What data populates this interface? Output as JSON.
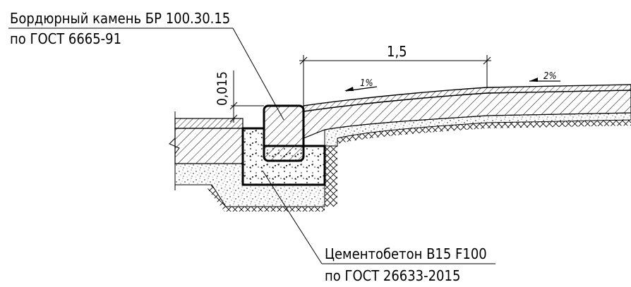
{
  "callouts": {
    "curb_line1": "Бордюрный камень БР 100.30.15",
    "curb_line2": "по ГОСТ 6665-91",
    "base_line1": "Цементобетон В15 F100",
    "base_line2": "по ГОСТ 26633-2015"
  },
  "dimensions": {
    "step_height": "0,015",
    "sidewalk_width": "1,5"
  },
  "slopes": {
    "near_curb": "1%",
    "sidewalk": "2%"
  },
  "colors": {
    "line": "#000000",
    "background": "#ffffff"
  }
}
